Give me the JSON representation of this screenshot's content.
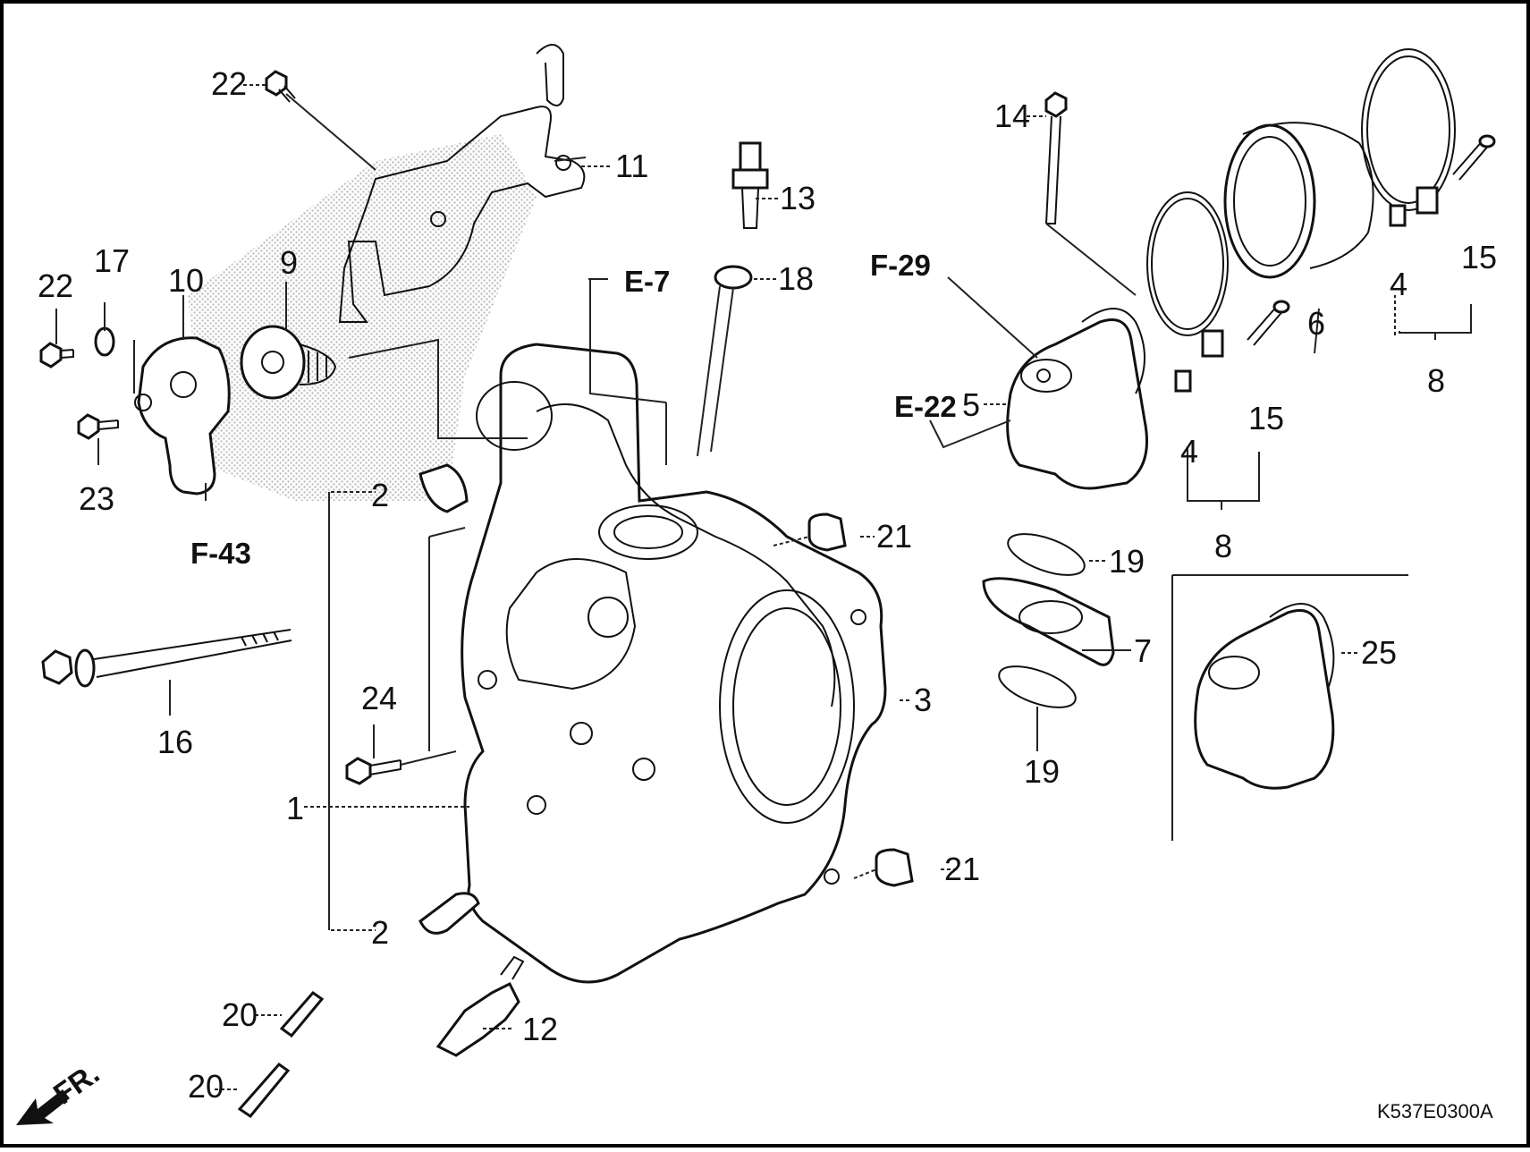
{
  "diagram": {
    "drawing_code": "K537E0300A",
    "front_indicator": "FR.",
    "callouts": [
      "F-29",
      "E-22",
      "E-7",
      "F-43"
    ],
    "part_refs": {
      "r1": "1",
      "r2a": "2",
      "r2b": "2",
      "r3": "3",
      "r4a": "4",
      "r4b": "4",
      "r5": "5",
      "r6": "6",
      "r7": "7",
      "r8a": "8",
      "r8b": "8",
      "r9": "9",
      "r10": "10",
      "r11": "11",
      "r12": "12",
      "r13": "13",
      "r14": "14",
      "r15a": "15",
      "r15b": "15",
      "r16": "16",
      "r17": "17",
      "r18": "18",
      "r19a": "19",
      "r19b": "19",
      "r20a": "20",
      "r20b": "20",
      "r21a": "21",
      "r21b": "21",
      "r22a": "22",
      "r22b": "22",
      "r23": "23",
      "r24": "24",
      "r25": "25"
    }
  }
}
